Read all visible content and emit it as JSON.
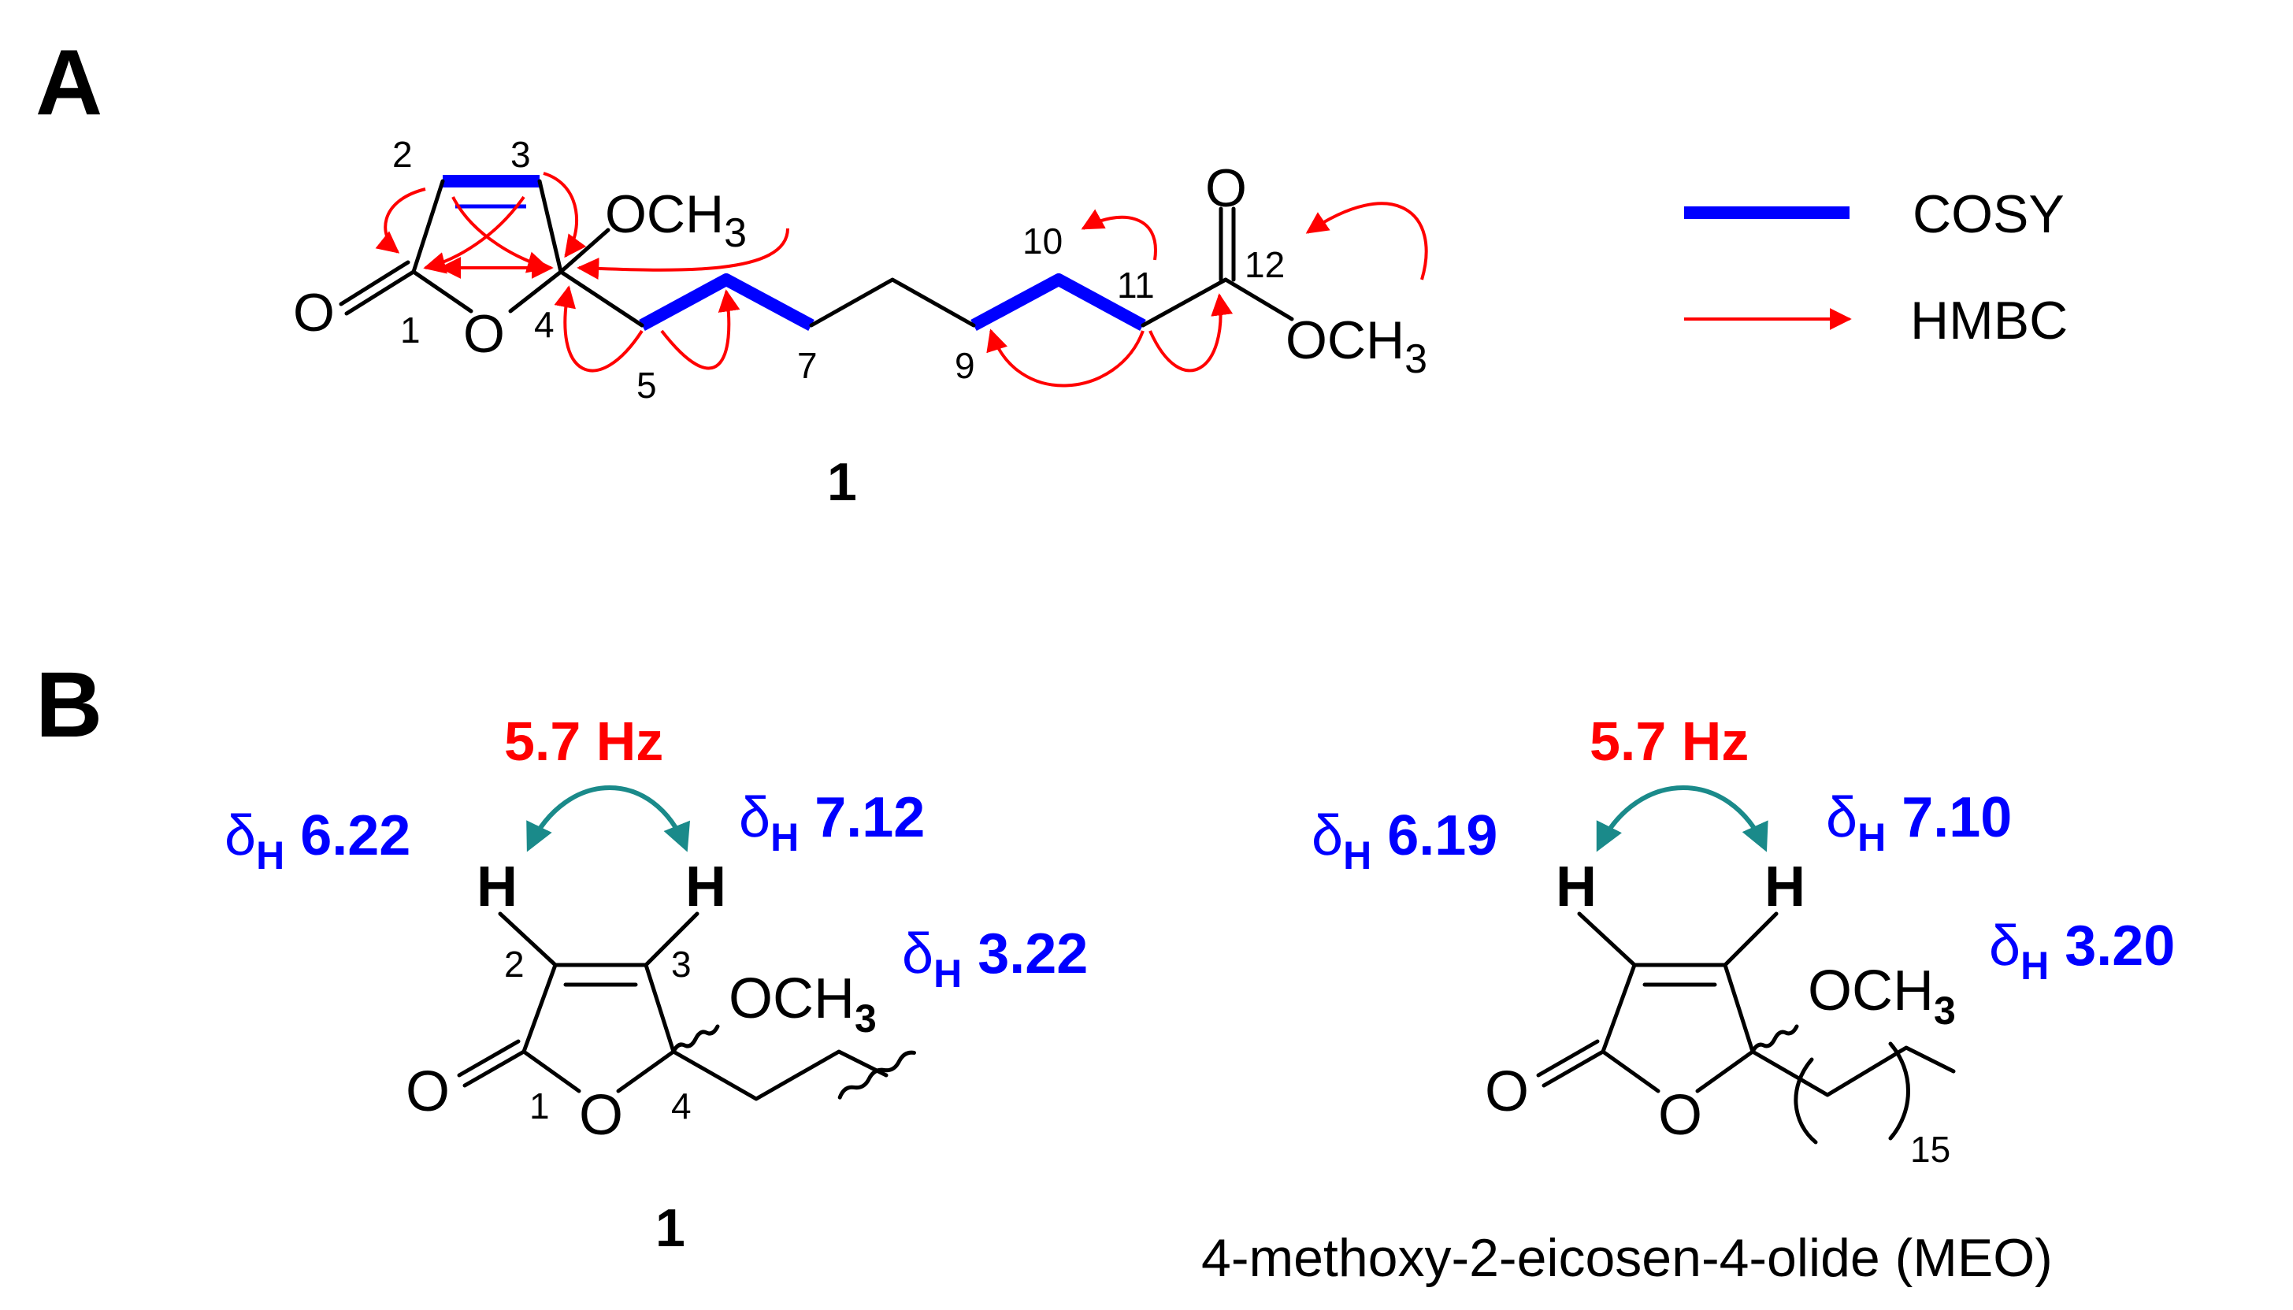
{
  "panel_a": {
    "letter": "A",
    "compound_label": "1",
    "carbon_numbers": [
      "1",
      "2",
      "3",
      "4",
      "5",
      "7",
      "9",
      "10",
      "11",
      "12"
    ],
    "atom_labels": {
      "carbonyl_o1": "O",
      "ring_o": "O",
      "ome_at_c4": "OCH",
      "ome_at_c4_sub": "3",
      "ester_carbonyl_o": "O",
      "ester_ome": "OCH",
      "ester_ome_sub": "3"
    },
    "legend": {
      "cosy_label": "COSY",
      "hmbc_label": "HMBC",
      "cosy_color": "#0000ff",
      "hmbc_color": "#ff0000"
    }
  },
  "panel_b": {
    "letter": "B",
    "left": {
      "coupling": "5.7 Hz",
      "h2_label_main": "δ",
      "h2_label_sub": "H",
      "h2_value": "6.22",
      "h3_label_main": "δ",
      "h3_label_sub": "H",
      "h3_value": "7.12",
      "ome_label_main": "δ",
      "ome_label_sub": "H",
      "ome_value": "3.22",
      "h_atom": "H",
      "ome": "OCH",
      "ome_sub": "3",
      "carbonyl_o": "O",
      "ring_o": "O",
      "numbers": [
        "1",
        "2",
        "3",
        "4"
      ],
      "compound_label": "1"
    },
    "right": {
      "coupling": "5.7 Hz",
      "h2_label_main": "δ",
      "h2_label_sub": "H",
      "h2_value": "6.19",
      "h3_label_main": "δ",
      "h3_label_sub": "H",
      "h3_value": "7.10",
      "ome_label_main": "δ",
      "ome_label_sub": "H",
      "ome_value": "3.20",
      "h_atom": "H",
      "ome": "OCH",
      "ome_sub": "3",
      "carbonyl_o": "O",
      "ring_o": "O",
      "repeat_count": "15",
      "compound_name": "4-methoxy-2-eicosen-4-olide (MEO)"
    },
    "colors": {
      "coupling_text": "#ff0000",
      "shift_text": "#0000ff",
      "coupling_arrow": "#1a8a8a"
    }
  }
}
